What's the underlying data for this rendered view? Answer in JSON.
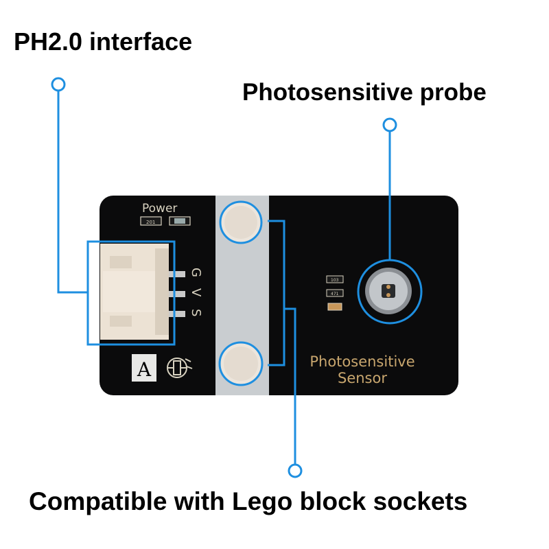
{
  "callouts": {
    "ph_interface": "PH2.0 interface",
    "probe": "Photosensitive probe",
    "lego": "Compatible with Lego block sockets"
  },
  "board": {
    "power_label": "Power",
    "pins": [
      "G",
      "V",
      "S"
    ],
    "name_line1": "Photosensitive",
    "name_line2": "Sensor",
    "type_letter": "A",
    "resistor_codes": [
      "201",
      "103",
      "471"
    ]
  },
  "colors": {
    "accent": "#1e8fe0",
    "board": "#0b0b0c",
    "silkscreen": "#d8d2c0",
    "label": "#c8a66e"
  }
}
